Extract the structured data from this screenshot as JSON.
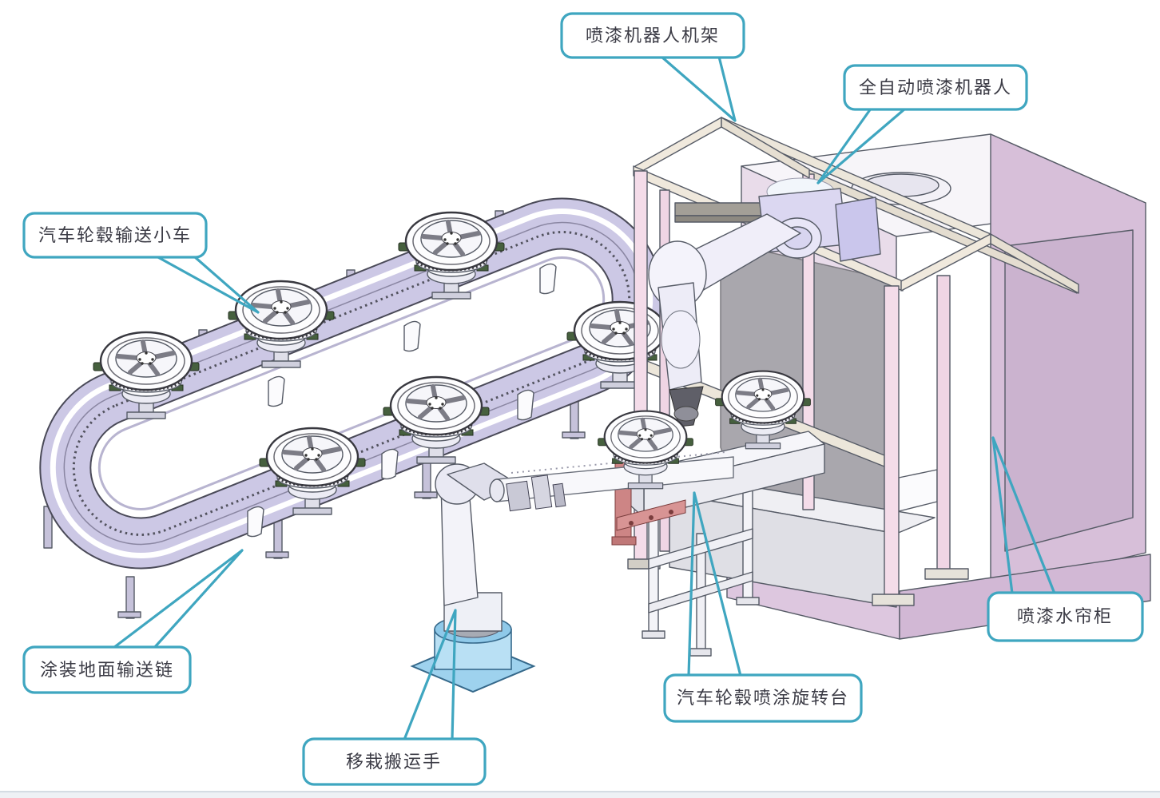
{
  "diagram": {
    "kind": "cad-assembly-annotation",
    "background": "#ffffff"
  },
  "callouts": [
    {
      "id": "paint-robot-frame",
      "label": "喷漆机器人机架"
    },
    {
      "id": "auto-paint-robot",
      "label": "全自动喷漆机器人"
    },
    {
      "id": "wheel-hub-conveyor-cart",
      "label": "汽车轮毂输送小车"
    },
    {
      "id": "floor-conveyor-chain",
      "label": "涂装地面输送链"
    },
    {
      "id": "transfer-handling-hand",
      "label": "移栽搬运手"
    },
    {
      "id": "wheel-hub-spray-rotary-table",
      "label": "汽车轮毂喷涂旋转台"
    },
    {
      "id": "paint-water-curtain-cabinet",
      "label": "喷漆水帘柜"
    }
  ],
  "colors": {
    "callout_border": "#3fa6c0",
    "callout_fill": "#ffffff",
    "callout_text": "#3b3b45",
    "conveyor_track": "#ccc8e5",
    "gantry_pink": "#f4dce9",
    "gantry_cream": "#ece6da",
    "cabinet_pink": "#d7bfd9",
    "cabinet_top": "#f7f5f9",
    "booth_gray": "#a9a7ad",
    "robot_body": "#f0eef9",
    "transfer_base_blue": "#9ed2ee",
    "bracket_red": "#cd8585",
    "wheel_white": "#fdfdfe",
    "footer_strip": "#eef1f5"
  }
}
